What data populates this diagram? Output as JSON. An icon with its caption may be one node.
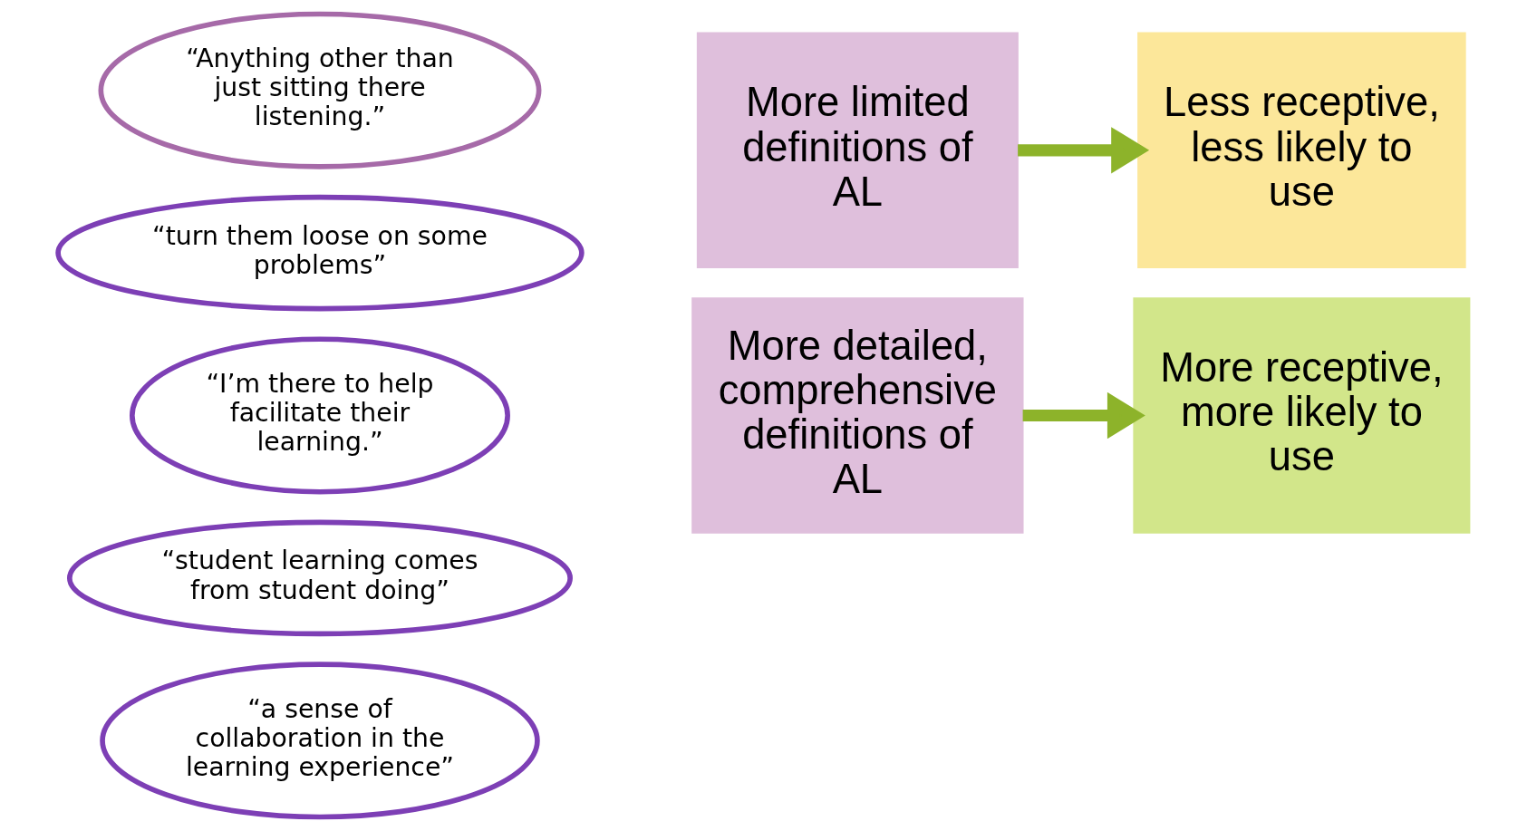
{
  "diagram": {
    "nodes": [
      {
        "text": [
          "“Anything other than just sitting there listening.”"
        ]
      },
      {
        "text": [
          "More limited definitions of AL"
        ]
      },
      {
        "text": [
          "Less receptive, less likely to use"
        ]
      },
      {
        "text": [
          "“turn them loose on some problems”"
        ]
      },
      {
        "text": [
          "“I’m there to help facilitate their learning.”"
        ]
      },
      {
        "text": [
          "“student learning comes from student doing”"
        ]
      },
      {
        "text": [
          "“a sense of collaboration in the learning experience”"
        ]
      },
      {
        "text": [
          "More detailed, comprehensive definitions of AL"
        ]
      },
      {
        "text": [
          "More receptive, more likely to use"
        ]
      }
    ],
    "edges": [
      {
        "from": 1,
        "to": 2,
        "arrow": "to"
      },
      {
        "from": 7,
        "to": 8,
        "arrow": "to"
      }
    ]
  }
}
